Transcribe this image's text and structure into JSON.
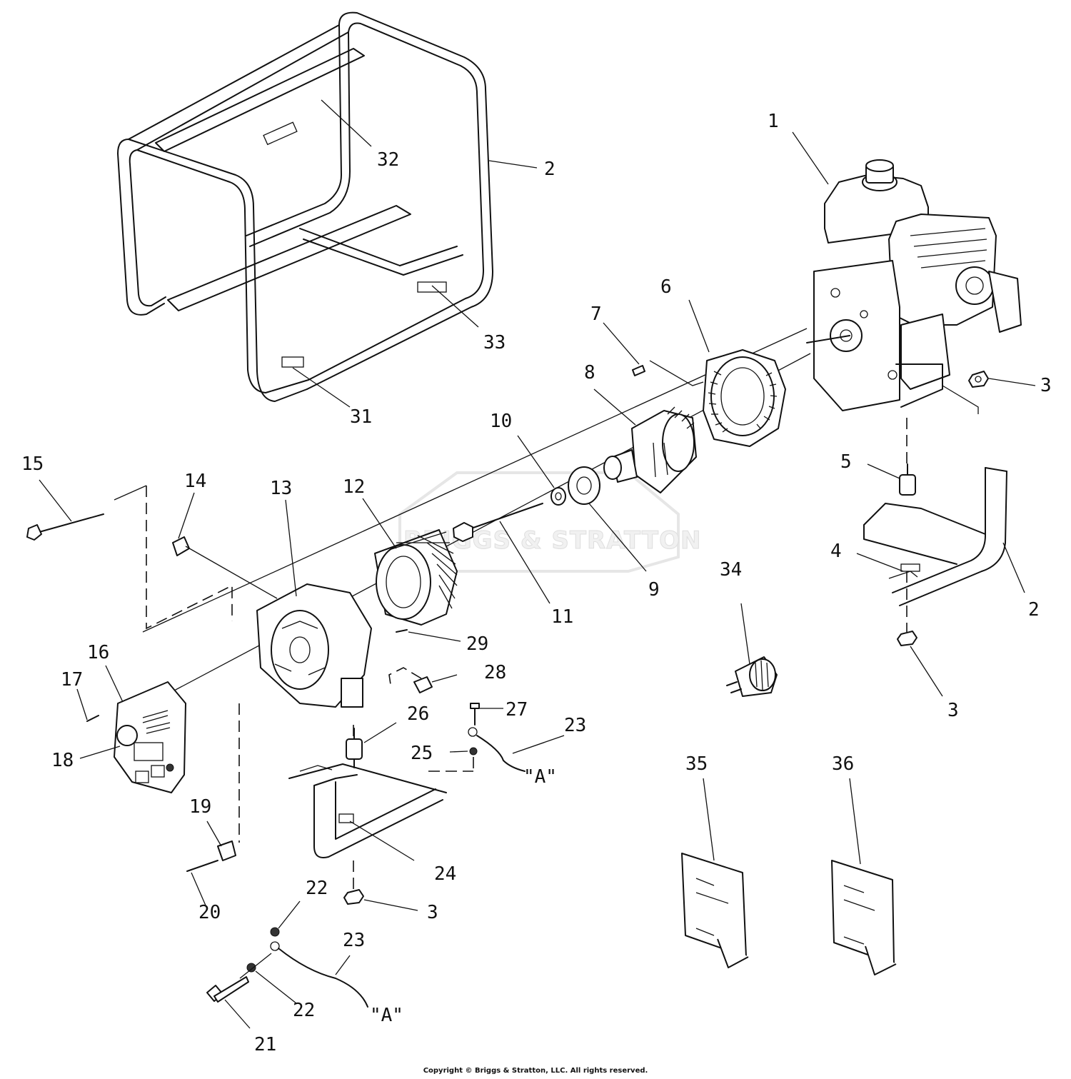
{
  "watermark": "BRIGGS & STRATTON",
  "copyright": "Copyright © Briggs & Stratton, LLC. All rights reserved.",
  "parts": [
    {
      "id": "label-1",
      "text": "1"
    },
    {
      "id": "label-2a",
      "text": "2"
    },
    {
      "id": "label-2b",
      "text": "2"
    },
    {
      "id": "label-3a",
      "text": "3"
    },
    {
      "id": "label-3b",
      "text": "3"
    },
    {
      "id": "label-3c",
      "text": "3"
    },
    {
      "id": "label-4",
      "text": "4"
    },
    {
      "id": "label-5",
      "text": "5"
    },
    {
      "id": "label-6",
      "text": "6"
    },
    {
      "id": "label-7",
      "text": "7"
    },
    {
      "id": "label-8",
      "text": "8"
    },
    {
      "id": "label-9",
      "text": "9"
    },
    {
      "id": "label-10",
      "text": "10"
    },
    {
      "id": "label-11",
      "text": "11"
    },
    {
      "id": "label-12",
      "text": "12"
    },
    {
      "id": "label-13",
      "text": "13"
    },
    {
      "id": "label-14",
      "text": "14"
    },
    {
      "id": "label-15",
      "text": "15"
    },
    {
      "id": "label-16",
      "text": "16"
    },
    {
      "id": "label-17",
      "text": "17"
    },
    {
      "id": "label-18",
      "text": "18"
    },
    {
      "id": "label-19",
      "text": "19"
    },
    {
      "id": "label-20",
      "text": "20"
    },
    {
      "id": "label-21",
      "text": "21"
    },
    {
      "id": "label-22a",
      "text": "22"
    },
    {
      "id": "label-22b",
      "text": "22"
    },
    {
      "id": "label-23a",
      "text": "23"
    },
    {
      "id": "label-23b",
      "text": "23"
    },
    {
      "id": "label-24",
      "text": "24"
    },
    {
      "id": "label-25",
      "text": "25"
    },
    {
      "id": "label-26",
      "text": "26"
    },
    {
      "id": "label-27",
      "text": "27"
    },
    {
      "id": "label-28",
      "text": "28"
    },
    {
      "id": "label-29",
      "text": "29"
    },
    {
      "id": "label-31",
      "text": "31"
    },
    {
      "id": "label-32",
      "text": "32"
    },
    {
      "id": "label-33",
      "text": "33"
    },
    {
      "id": "label-34",
      "text": "34"
    },
    {
      "id": "label-35",
      "text": "35"
    },
    {
      "id": "label-36",
      "text": "36"
    }
  ],
  "wire_refs": [
    {
      "id": "wire-ref-a-upper",
      "text": "\"A\""
    },
    {
      "id": "wire-ref-a-lower",
      "text": "\"A\""
    }
  ]
}
